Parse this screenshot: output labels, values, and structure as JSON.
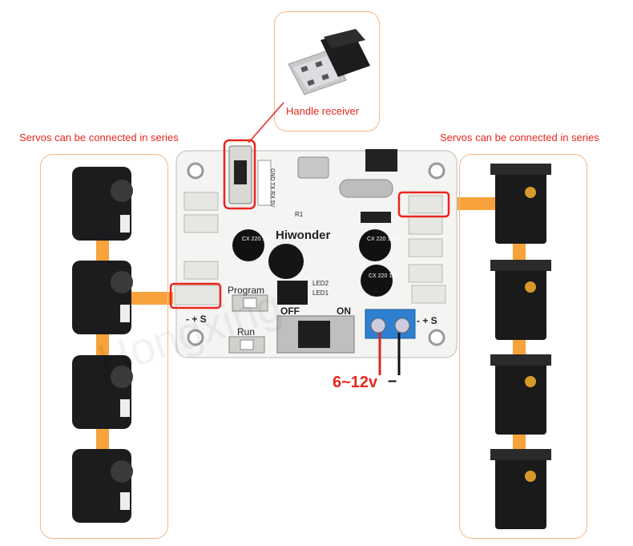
{
  "labels": {
    "handle_receiver": "Handle receiver",
    "servos_left": "Servos can be connected in series",
    "servos_right": "Servos can be connected in series",
    "voltage": "6~12v",
    "negative": "–"
  },
  "board": {
    "brand": "Hiwonder",
    "program": "Program",
    "run": "Run",
    "off": "OFF",
    "on": "ON",
    "led2": "LED2",
    "led1": "LED1",
    "r1": "R1",
    "port_pins": "- + S",
    "header_pins": "GND TX RX 5V",
    "cap1": "CX 220 10V",
    "cap2": "CX 220 10V",
    "cap3": "CX 220 16V"
  },
  "watermark": "Hongxing",
  "colors": {
    "accent_red": "#e8261f",
    "wire_orange": "#f7a23b",
    "panel_border": "#f3b98a",
    "terminal_blue": "#2f7fd0",
    "board_white": "#f4f4f2"
  }
}
